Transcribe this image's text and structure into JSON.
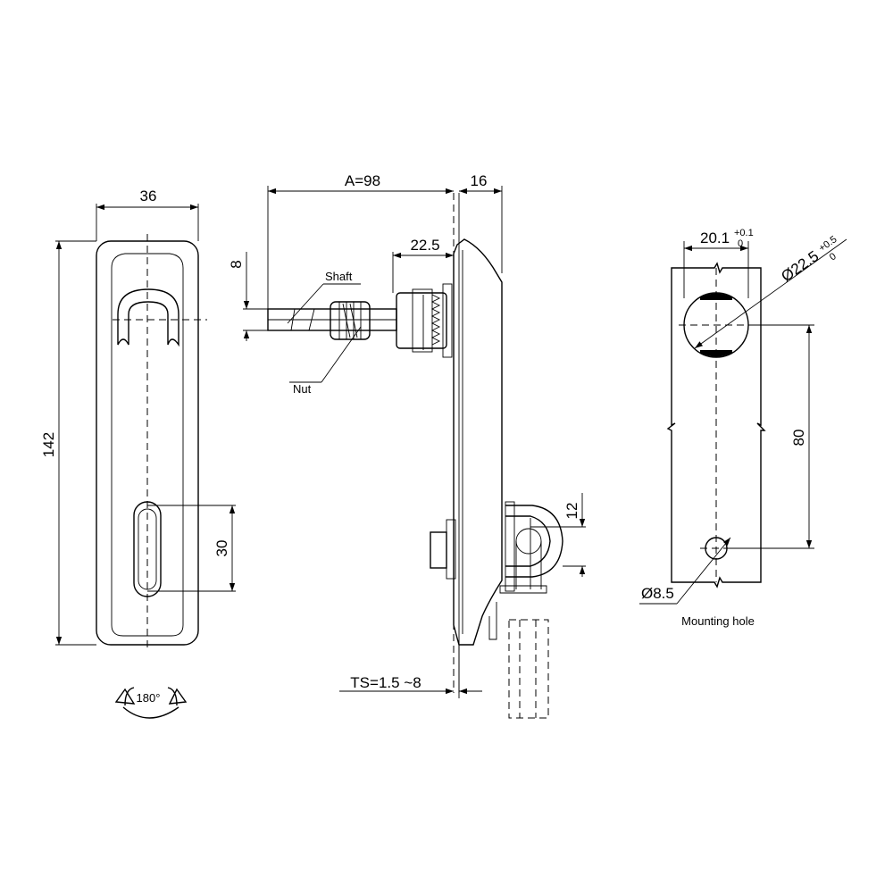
{
  "front_view": {
    "width_label": "36",
    "height_label": "142",
    "slot_label": "30",
    "rotation_label": "180°"
  },
  "side_view": {
    "a_label": "A=98",
    "depth_label": "16",
    "offset_label": "22.5",
    "shaft_dia_label": "8",
    "cam_label": "12",
    "ts_label": "TS=1.5 ~8",
    "shaft_callout": "Shaft",
    "nut_callout": "Nut"
  },
  "cutout_view": {
    "width_label": "20.1",
    "width_tol_upper": "+0.1",
    "width_tol_lower": "0",
    "hole_dia_label": "Ø22.5",
    "hole_tol_upper": "+0.5",
    "hole_tol_lower": "0",
    "spacing_label": "80",
    "mount_dia_label": "Ø8.5",
    "mount_caption": "Mounting hole"
  }
}
